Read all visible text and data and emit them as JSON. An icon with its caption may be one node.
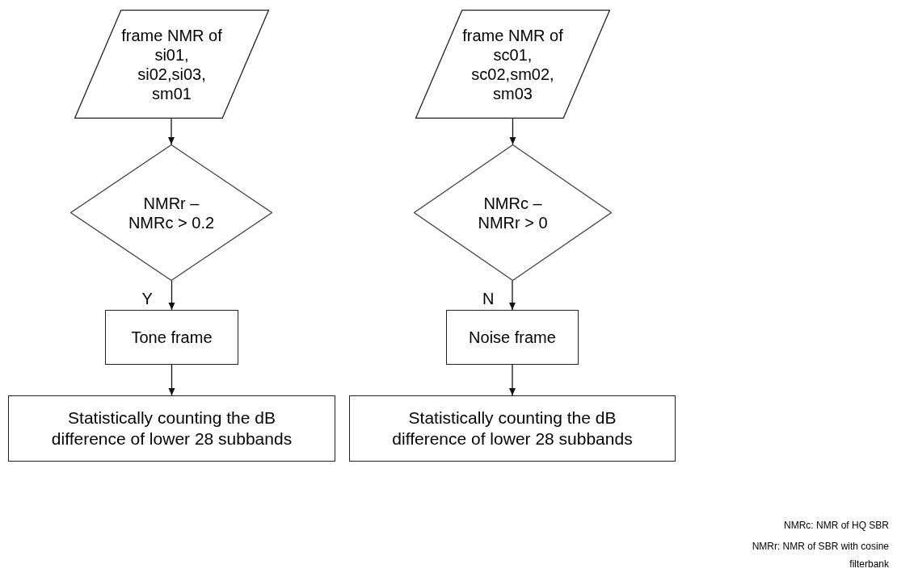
{
  "diagram": {
    "nodes": [
      {
        "text": [
          "frame NMR of si01, si02,si03, sm01"
        ]
      },
      {
        "text": [
          "NMRr – NMRc > 0.2"
        ]
      },
      {
        "text": [
          "Tone frame"
        ]
      },
      {
        "text": [
          "Statistically counting the dB difference of lower 28 subbands"
        ]
      },
      {
        "text": [
          "frame NMR of sc01, sc02,sm02, sm03"
        ]
      },
      {
        "text": [
          "NMRc – NMRr > 0"
        ]
      },
      {
        "text": [
          "Noise frame"
        ]
      },
      {
        "text": [
          "Statistically counting the dB difference of lower 28 subbands"
        ]
      }
    ],
    "edges": [
      {
        "from": 0,
        "to": 1,
        "arrow": "to"
      },
      {
        "from": 1,
        "to": 2,
        "arrow": "to",
        "label": "Y"
      },
      {
        "from": 2,
        "to": 3,
        "arrow": "to"
      },
      {
        "from": 4,
        "to": 5,
        "arrow": "to"
      },
      {
        "from": 5,
        "to": 6,
        "arrow": "to",
        "label": "N"
      },
      {
        "from": 6,
        "to": 7,
        "arrow": "to"
      }
    ],
    "labels": [
      "NMRc: NMR of HQ SBR",
      "NMRr: NMR of SBR with cosine filterbank"
    ]
  }
}
